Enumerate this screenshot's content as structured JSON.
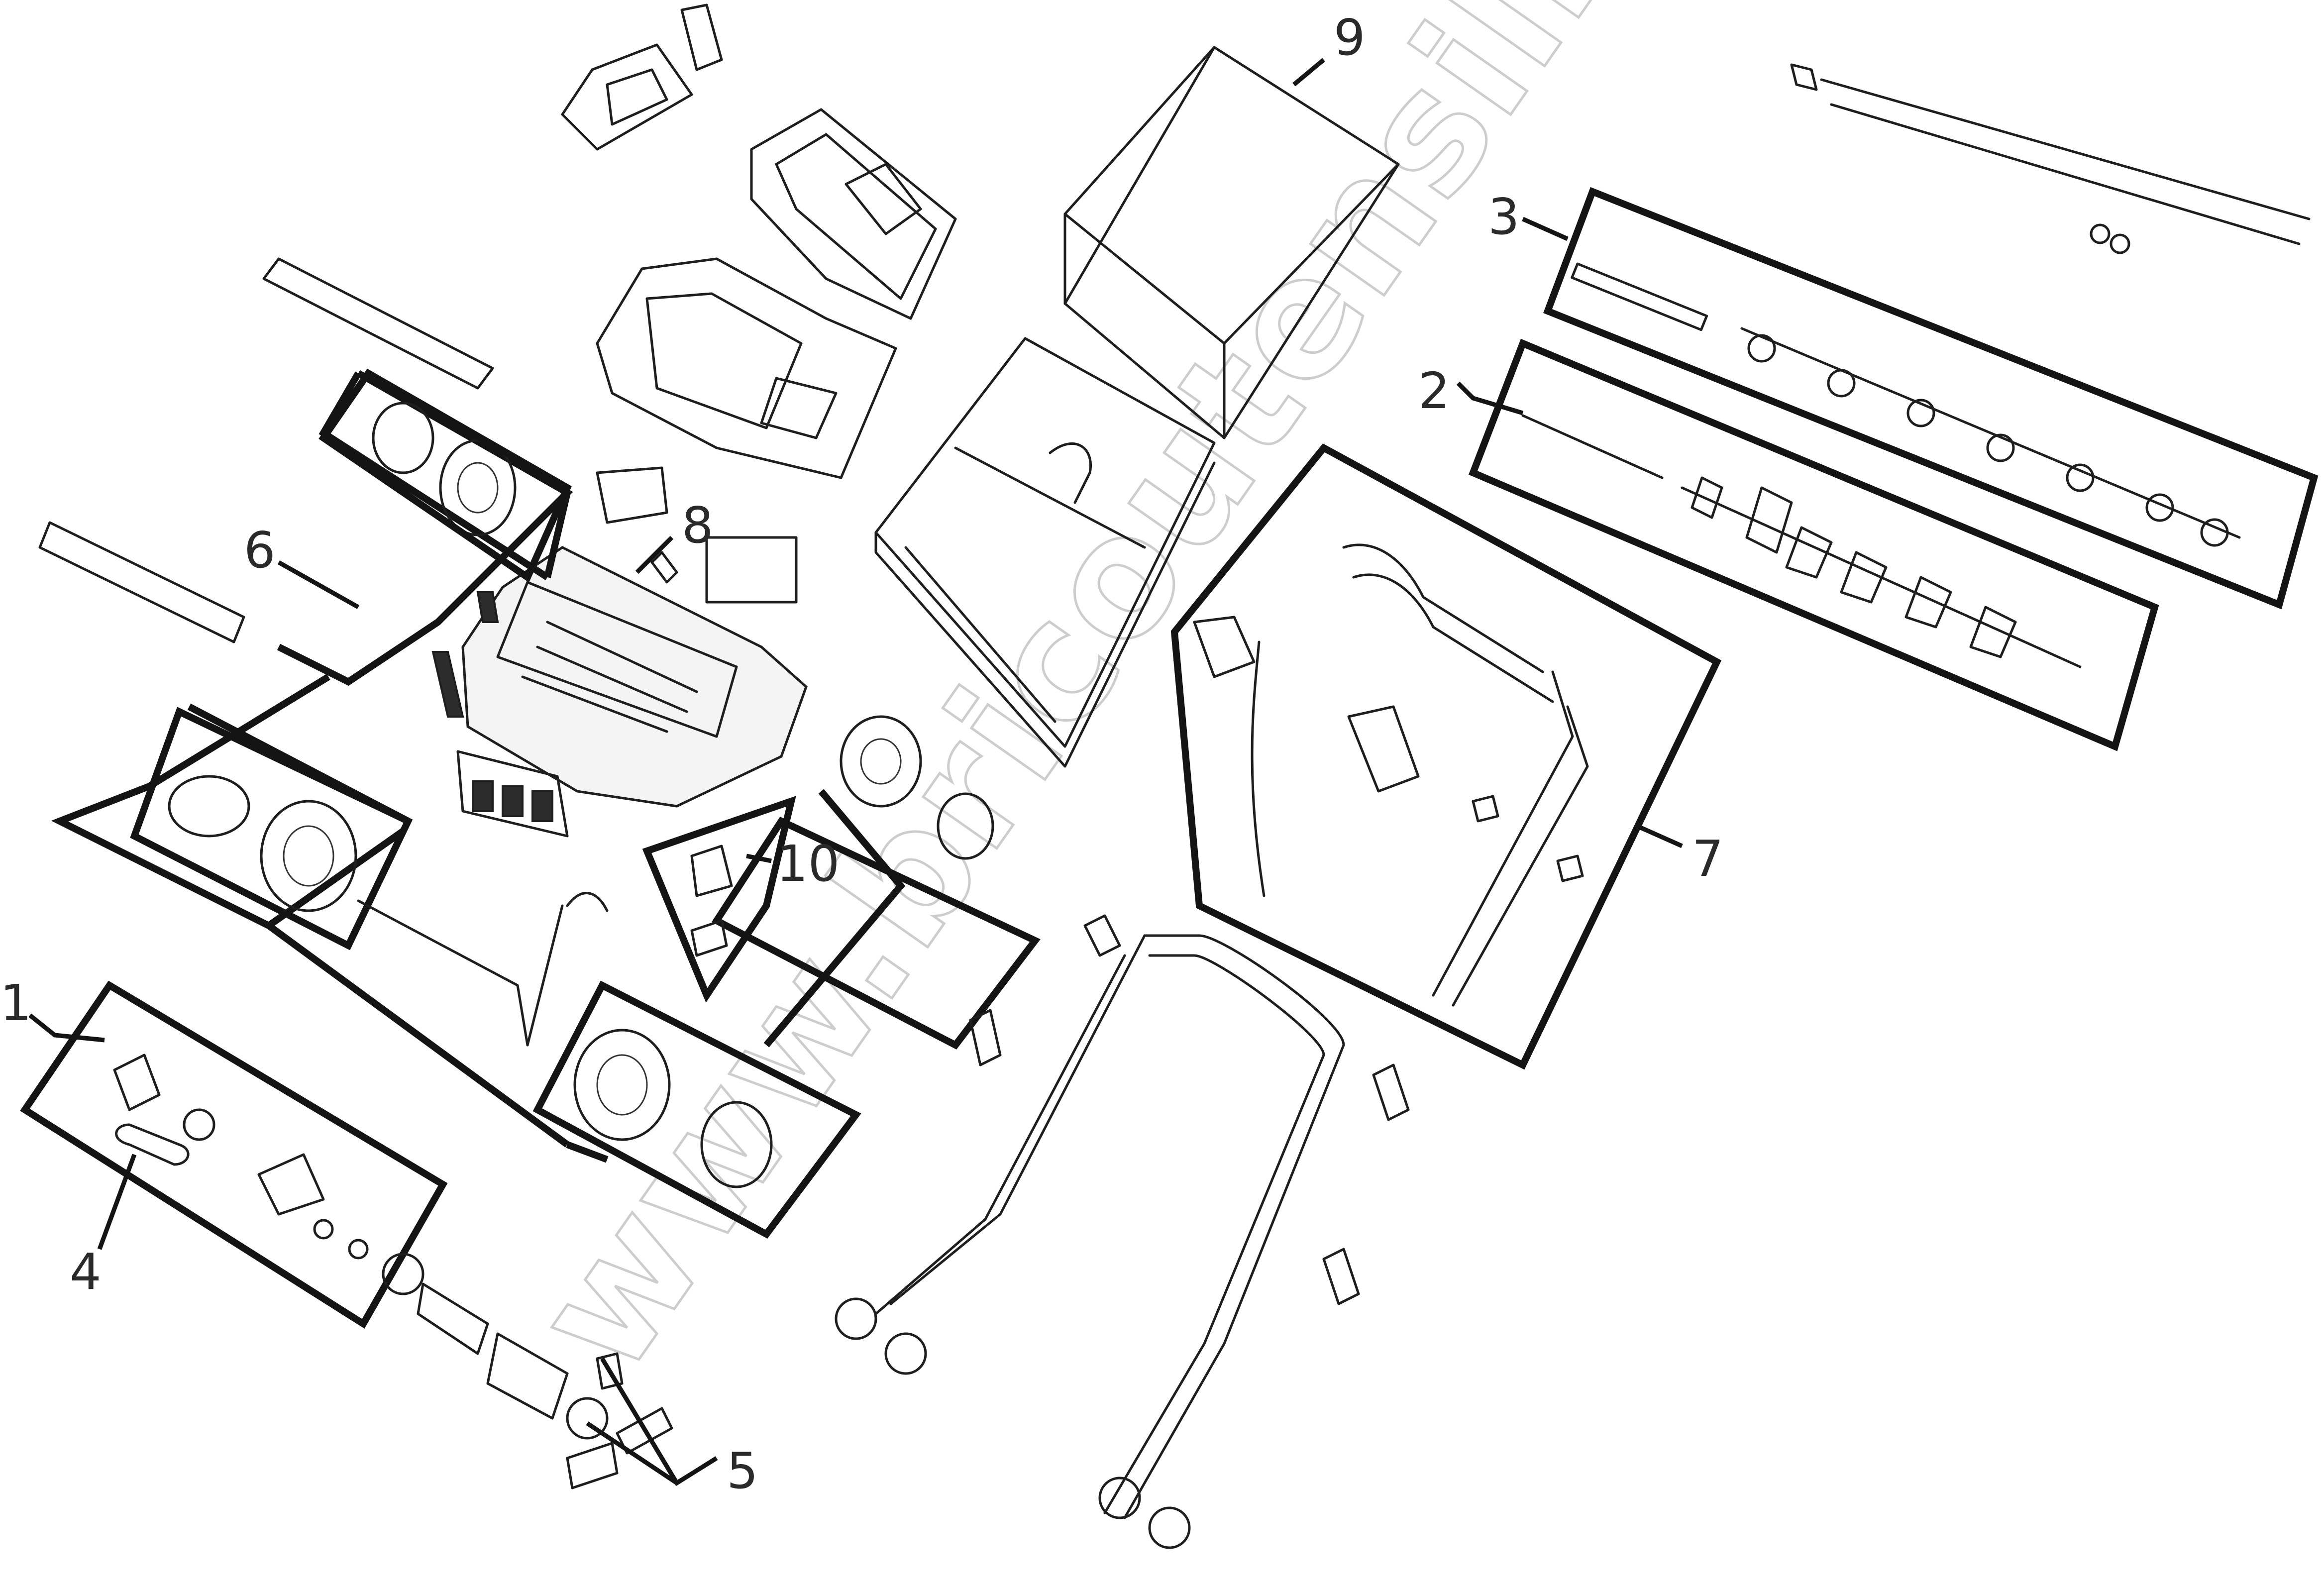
{
  "diagram": {
    "watermark": "www.bricoutensili.com",
    "callouts": [
      {
        "id": "1",
        "text": "1"
      },
      {
        "id": "2",
        "text": "2"
      },
      {
        "id": "3",
        "text": "3"
      },
      {
        "id": "4",
        "text": "4"
      },
      {
        "id": "5",
        "text": "5"
      },
      {
        "id": "6",
        "text": "6"
      },
      {
        "id": "7",
        "text": "7"
      },
      {
        "id": "8",
        "text": "8"
      },
      {
        "id": "9",
        "text": "9"
      },
      {
        "id": "10",
        "text": "10"
      }
    ]
  }
}
